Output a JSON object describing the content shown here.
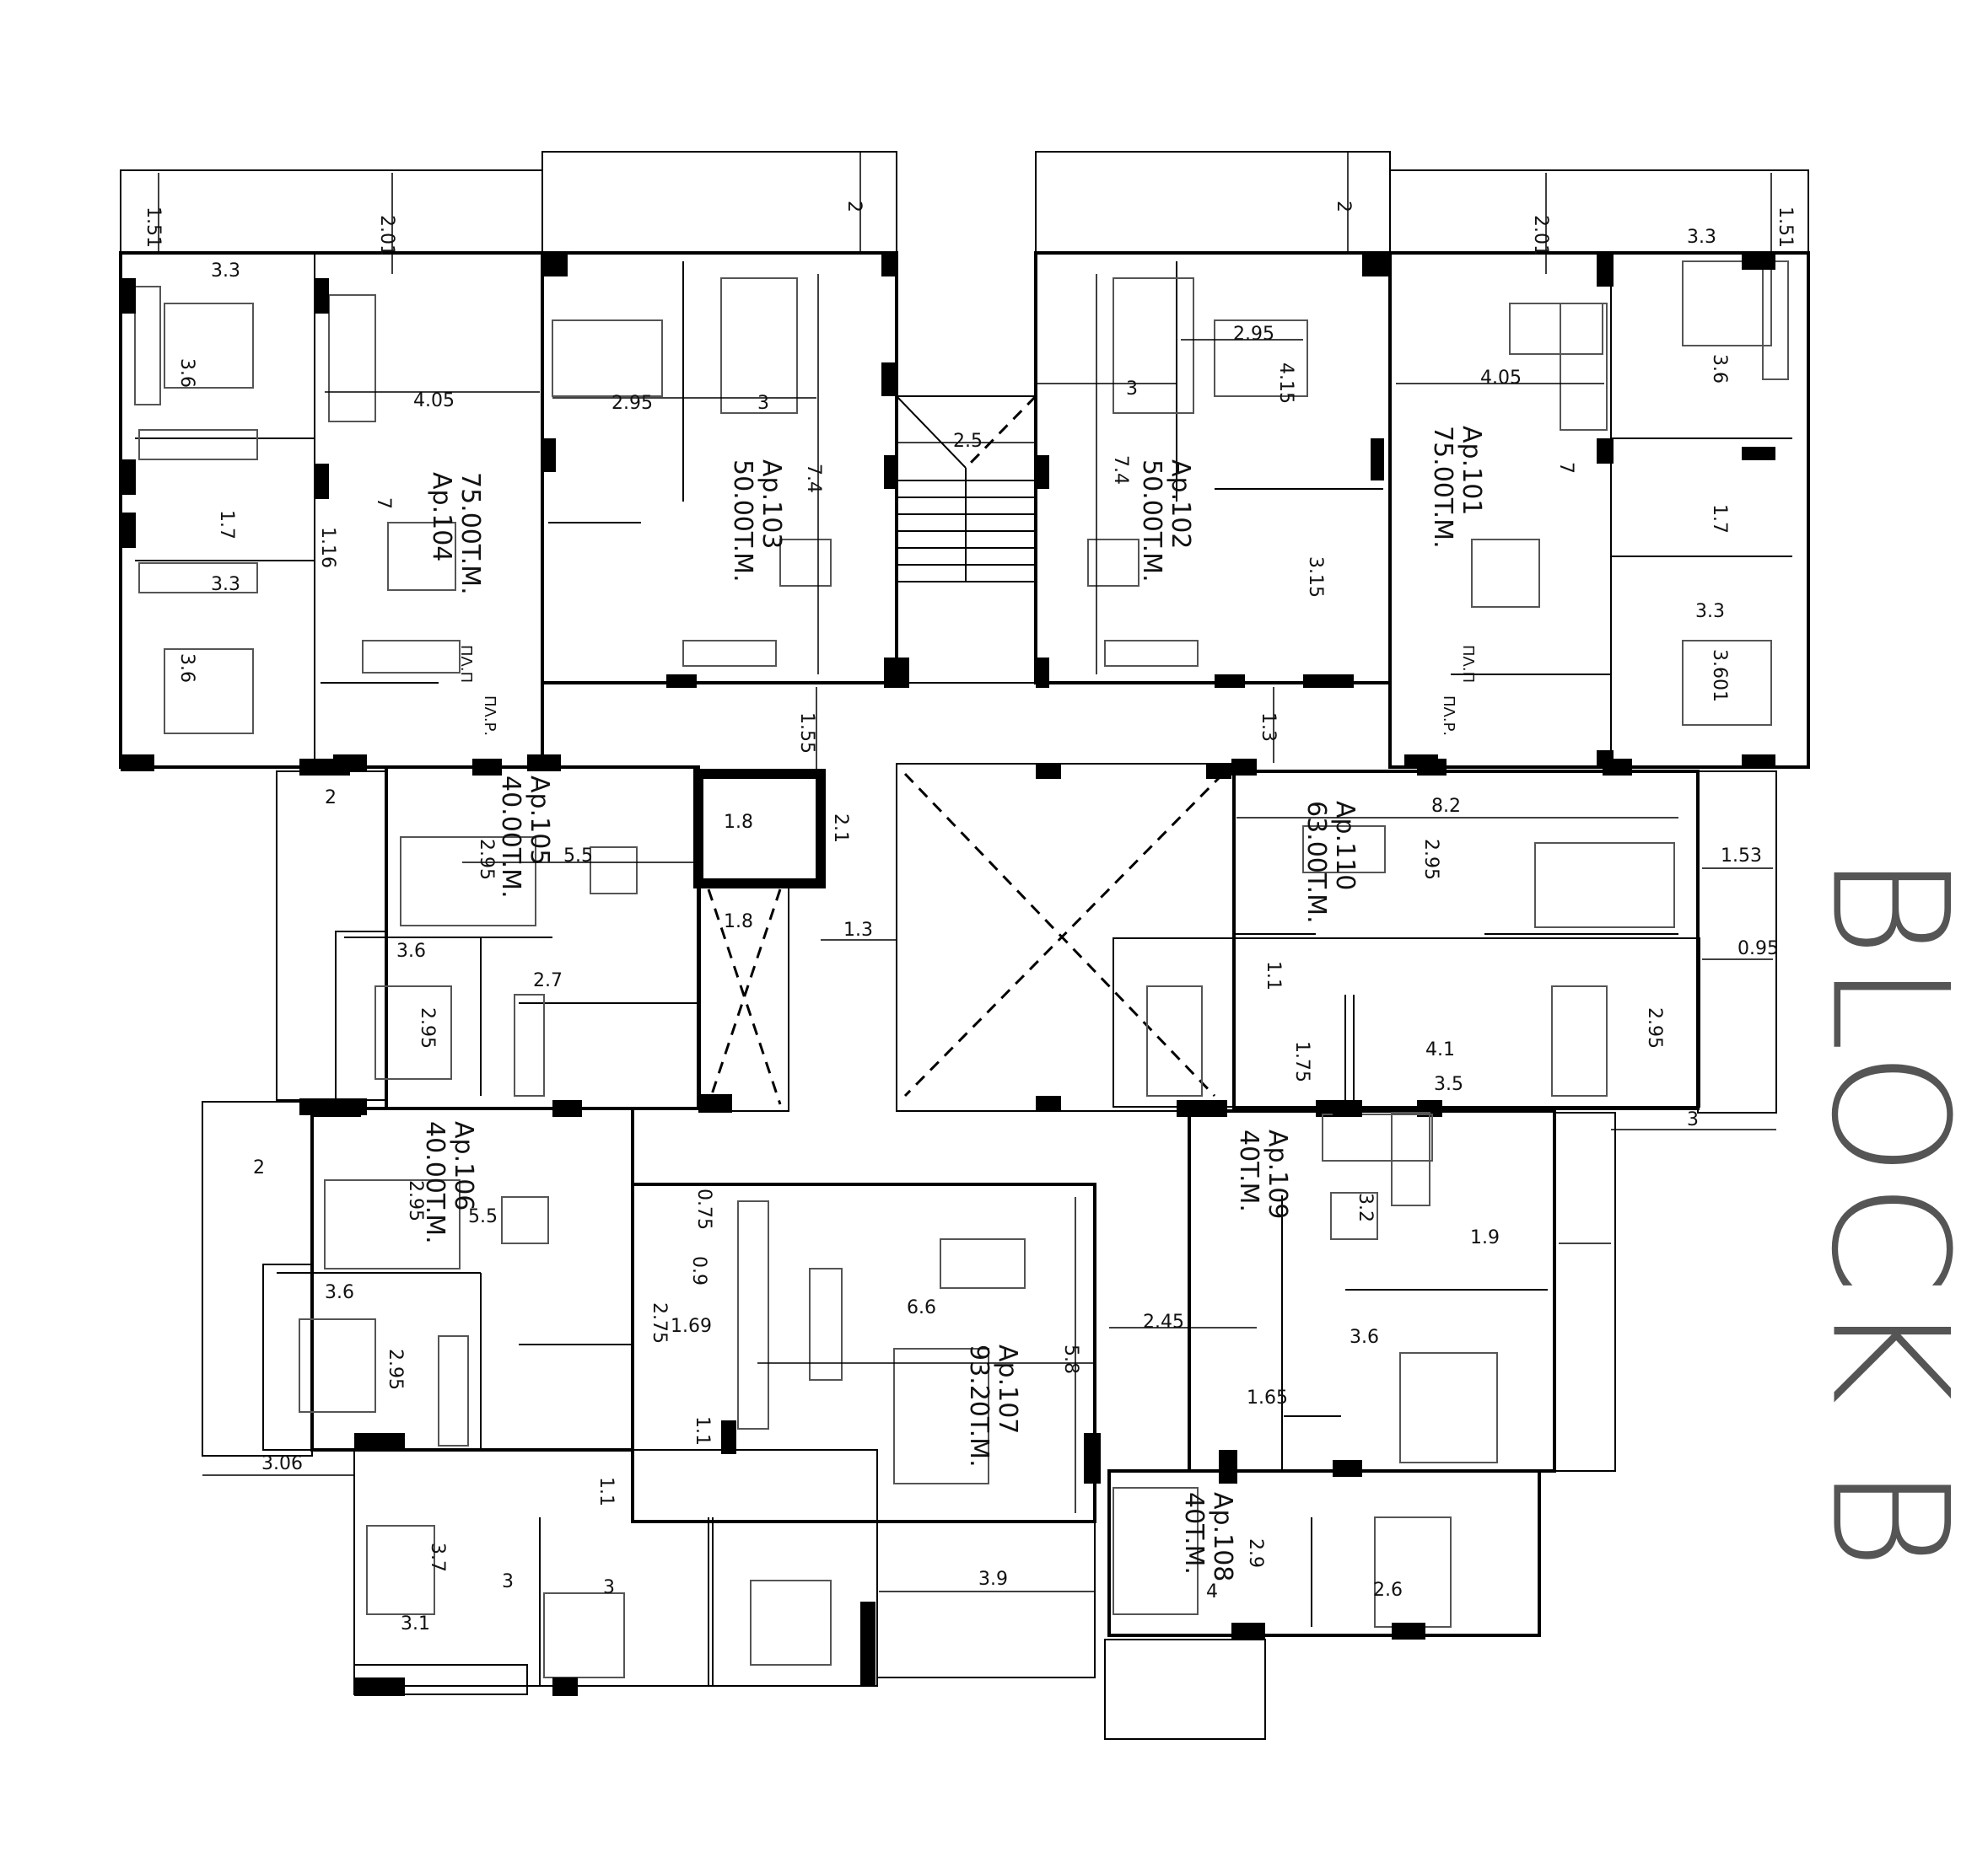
{
  "block_label": "BLOCK B",
  "apartments": [
    {
      "id": "ap101",
      "name": "Ap.101",
      "area": "75.00T.M."
    },
    {
      "id": "ap102",
      "name": "Ap.102",
      "area": "50.00T.M."
    },
    {
      "id": "ap103",
      "name": "Ap.103",
      "area": "50.00T.M."
    },
    {
      "id": "ap104",
      "name": "Ap.104",
      "area": "75.00T.M."
    },
    {
      "id": "ap105",
      "name": "Ap.105",
      "area": "40.00T.M."
    },
    {
      "id": "ap106",
      "name": "Ap.106",
      "area": "40.00T.M."
    },
    {
      "id": "ap107",
      "name": "Ap.107",
      "area": "93.20T.M."
    },
    {
      "id": "ap108",
      "name": "Ap.108",
      "area": "40T.M."
    },
    {
      "id": "ap109",
      "name": "Ap.109",
      "area": "40T.M."
    },
    {
      "id": "ap110",
      "name": "Ap.110",
      "area": "63.00T.M."
    }
  ],
  "room_tags": {
    "laundry_a": "ΠΛ.Π",
    "laundry_b": "ΠΛ.Ρ."
  },
  "dimensions": {
    "d_151_left": "1.51",
    "d_201_left": "2.01",
    "d_2_top_l": "2",
    "d_2_top_r": "2",
    "d_201_right": "2.01",
    "d_151_right": "1.51",
    "d_33_104": "3.3",
    "d_36_104": "3.6",
    "d_405_104": "4.05",
    "d_7_104": "7",
    "d_17_104": "1.7",
    "d_116_104": "1.16",
    "d_33b_104": "3.3",
    "d_36b_104": "3.6",
    "d_295_103": "2.95",
    "d_3_103": "3",
    "d_74_103": "7.4",
    "d_25_stair": "2.5",
    "d_3_102": "3",
    "d_74_102": "7.4",
    "d_295_102": "2.95",
    "d_415_102": "4.15",
    "d_315_102": "3.15",
    "d_405_101": "4.05",
    "d_7_101": "7",
    "d_33_101": "3.3",
    "d_36_101": "3.6",
    "d_17_101": "1.7",
    "d_33b_101": "3.3",
    "d_3601_101": "3.601",
    "d_155": "1.55",
    "d_13_right": "1.3",
    "d_2_105": "2",
    "d_295_105": "2.95",
    "d_55_105": "5.5",
    "d_36_105": "3.6",
    "d_295b_105": "2.95",
    "d_27_105": "2.7",
    "d_18_lift": "1.8",
    "d_21_lift": "2.1",
    "d_18_shaft": "1.8",
    "d_13_mid": "1.3",
    "d_82_110": "8.2",
    "d_295_110": "2.95",
    "d_153_110": "1.53",
    "d_095_110": "0.95",
    "d_11_110": "1.1",
    "d_175_110": "1.75",
    "d_41_110": "4.1",
    "d_295b_110": "2.95",
    "d_35_110": "3.5",
    "d_3_110": "3",
    "d_2_106": "2",
    "d_295_106": "2.95",
    "d_55_106": "5.5",
    "d_36_106": "3.6",
    "d_295b_106": "2.95",
    "d_306_106": "3.06",
    "d_075_107": "0.75",
    "d_09_107": "0.9",
    "d_275_107": "2.75",
    "d_169_107": "1.69",
    "d_11_107": "1.1",
    "d_66_107": "6.6",
    "d_58_107": "5.8",
    "d_11b_107": "1.1",
    "d_37_107": "3.7",
    "d_31_107": "3.1",
    "d_3a_107": "3",
    "d_3b_107": "3",
    "d_39_107": "3.9",
    "d_32_109": "3.2",
    "d_19_109": "1.9",
    "d_245_109": "2.45",
    "d_36_109": "3.6",
    "d_165_109": "1.65",
    "d_29_108": "2.9",
    "d_4_108": "4",
    "d_26_108": "2.6"
  }
}
